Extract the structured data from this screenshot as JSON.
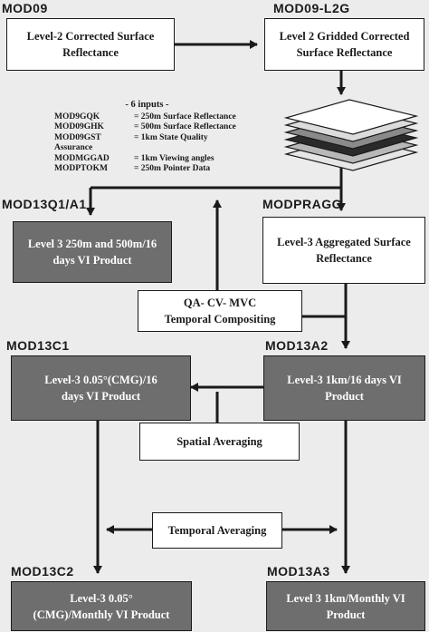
{
  "labels": {
    "mod09": "MOD09",
    "mod09_l2g": "MOD09-L2G",
    "mod13q1": "MOD13Q1/A1",
    "modpragg": "MODPRAGG",
    "mod13c1": "MOD13C1",
    "mod13a2": "MOD13A2",
    "mod13c2": "MOD13C2",
    "mod13a3": "MOD13A3"
  },
  "boxes": {
    "l2_surface": [
      "Level-2 Corrected Surface",
      "Reflectance"
    ],
    "l2_gridded": [
      "Level 2 Gridded Corrected",
      "Surface Reflectance"
    ],
    "l3_250_500": [
      "Level 3 250m and 500m/16",
      "days VI Product"
    ],
    "l3_aggregated": [
      "Level-3 Aggregated Surface",
      "Reflectance"
    ],
    "compositing": [
      "QA- CV- MVC",
      "Temporal Compositing"
    ],
    "l3_005_16": [
      "Level-3 0.05°(CMG)/16",
      "days VI Product"
    ],
    "l3_1km_16": [
      "Level-3 1km/16 days VI",
      "Product"
    ],
    "spatial_avg": [
      "Spatial Averaging"
    ],
    "temporal_avg": [
      "Temporal Averaging"
    ],
    "l3_005_monthly": [
      "Level-3 0.05°",
      "(CMG)/Monthly VI Product"
    ],
    "l3_1km_monthly": [
      "Level 3 1km/Monthly VI",
      "Product"
    ]
  },
  "inputs": {
    "header": "- 6 inputs -",
    "rows": [
      {
        "name": "MOD9GQK",
        "desc": "= 250m Surface Reflectance"
      },
      {
        "name": "MOD09GHK",
        "desc": "= 500m Surface Reflectance"
      },
      {
        "name": "MOD09GST",
        "desc": "= 1km State Quality"
      },
      {
        "name": "Assurance",
        "desc": ""
      },
      {
        "name": "MODMGGAD",
        "desc": "= 1km Viewing angles"
      },
      {
        "name": "MODPTOKM",
        "desc": "= 250m Pointer Data"
      }
    ]
  },
  "colors": {
    "dark_box": "#6e6e6e",
    "light_box": "#ffffff",
    "stack_layers": [
      "#ffffff",
      "#dcdcdc",
      "#8a8a8a",
      "#2a2a2a",
      "#b8b8b8",
      "#e6e6e6"
    ]
  }
}
